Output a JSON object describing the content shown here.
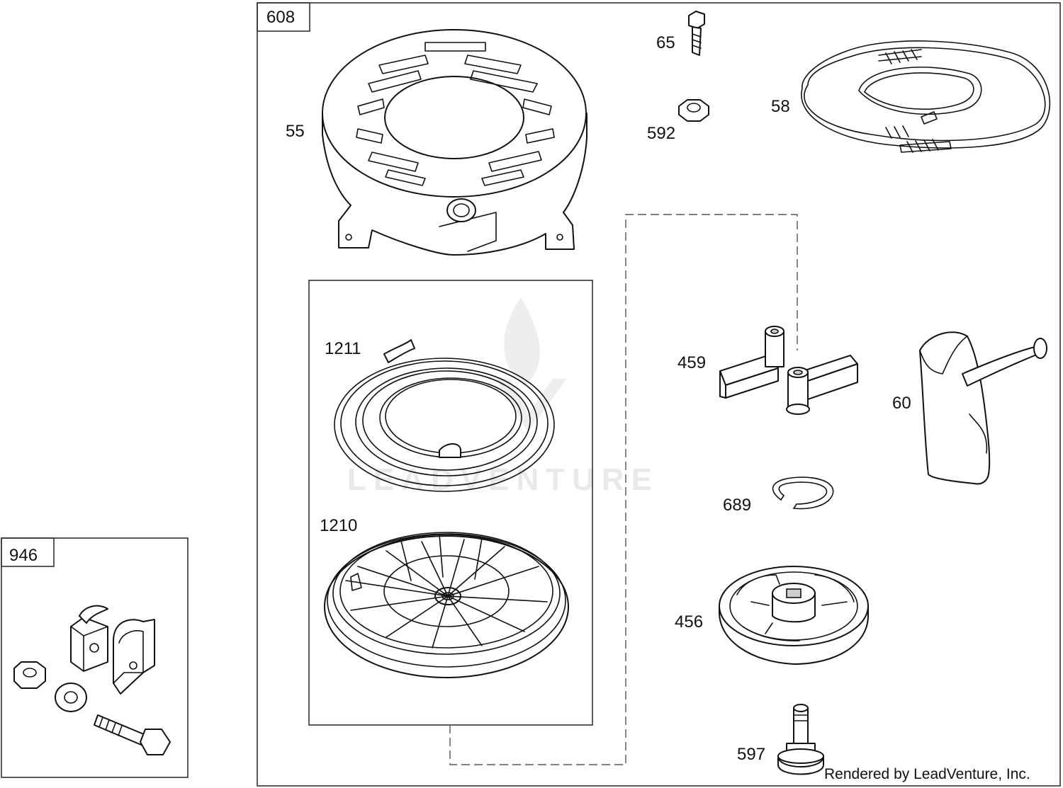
{
  "boxes": {
    "main": {
      "label": "608"
    },
    "kit": {
      "label": "946"
    }
  },
  "callouts": {
    "p55": "55",
    "p65": "65",
    "p592": "592",
    "p58": "58",
    "p1211": "1211",
    "p1210": "1210",
    "p459": "459",
    "p60": "60",
    "p689": "689",
    "p456": "456",
    "p597": "597"
  },
  "watermark": "LEADVENTURE",
  "credit": "Rendered by LeadVenture, Inc."
}
